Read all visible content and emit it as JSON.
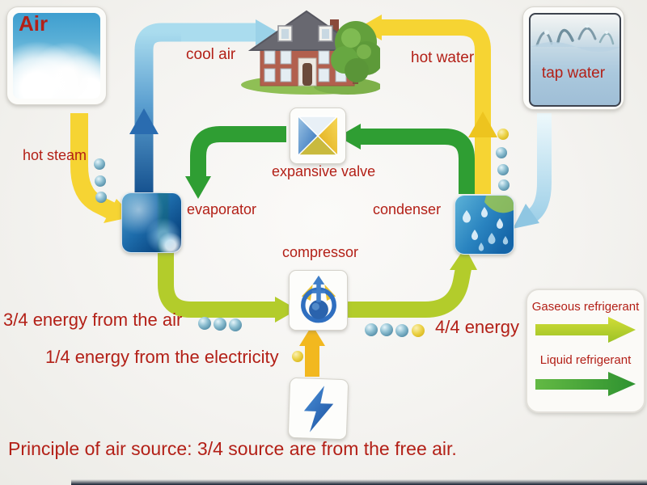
{
  "labels": {
    "air": "Air",
    "cool_air": "cool air",
    "hot_water": "hot water",
    "tap_water": "tap water",
    "hot_steam": "hot steam",
    "evaporator": "evaporator",
    "expansive_valve": "expansive valve",
    "condenser": "condenser",
    "compressor": "compressor"
  },
  "annotations": {
    "energy_from_air": "3/4 energy from the air",
    "energy_from_electricity": "1/4 energy from the electricity",
    "energy_total": "4/4 energy",
    "caption": "Principle of air source: 3/4 source are from the free air."
  },
  "legend": {
    "gaseous_label": "Gaseous refrigerant",
    "liquid_label": "Liquid refrigerant"
  },
  "colors": {
    "label_red": "#b32017",
    "pipe_green": "#2f9e33",
    "pipe_lime": "#b3cc2b",
    "pipe_yellow": "#f6d433",
    "pipe_yellow_chevron": "#edc41f",
    "pipe_blue_chevron": "#2a6cb0",
    "pipe_cyan_head": "#9bd2e8",
    "electricity_yellow": "#f2b81f",
    "background": "#f4f3f0"
  },
  "icons": {
    "air_image": "sky-clouds",
    "house_image": "house-with-tree",
    "tap_water_image": "water-splash",
    "evaporator_icon": "blue-panel-bubbles",
    "expansive_valve_icon": "blue-yellow-valve",
    "condenser_icon": "blue-panel-droplets",
    "compressor_icon": "pump-with-wings",
    "electricity_icon": "lightning-bolt"
  }
}
